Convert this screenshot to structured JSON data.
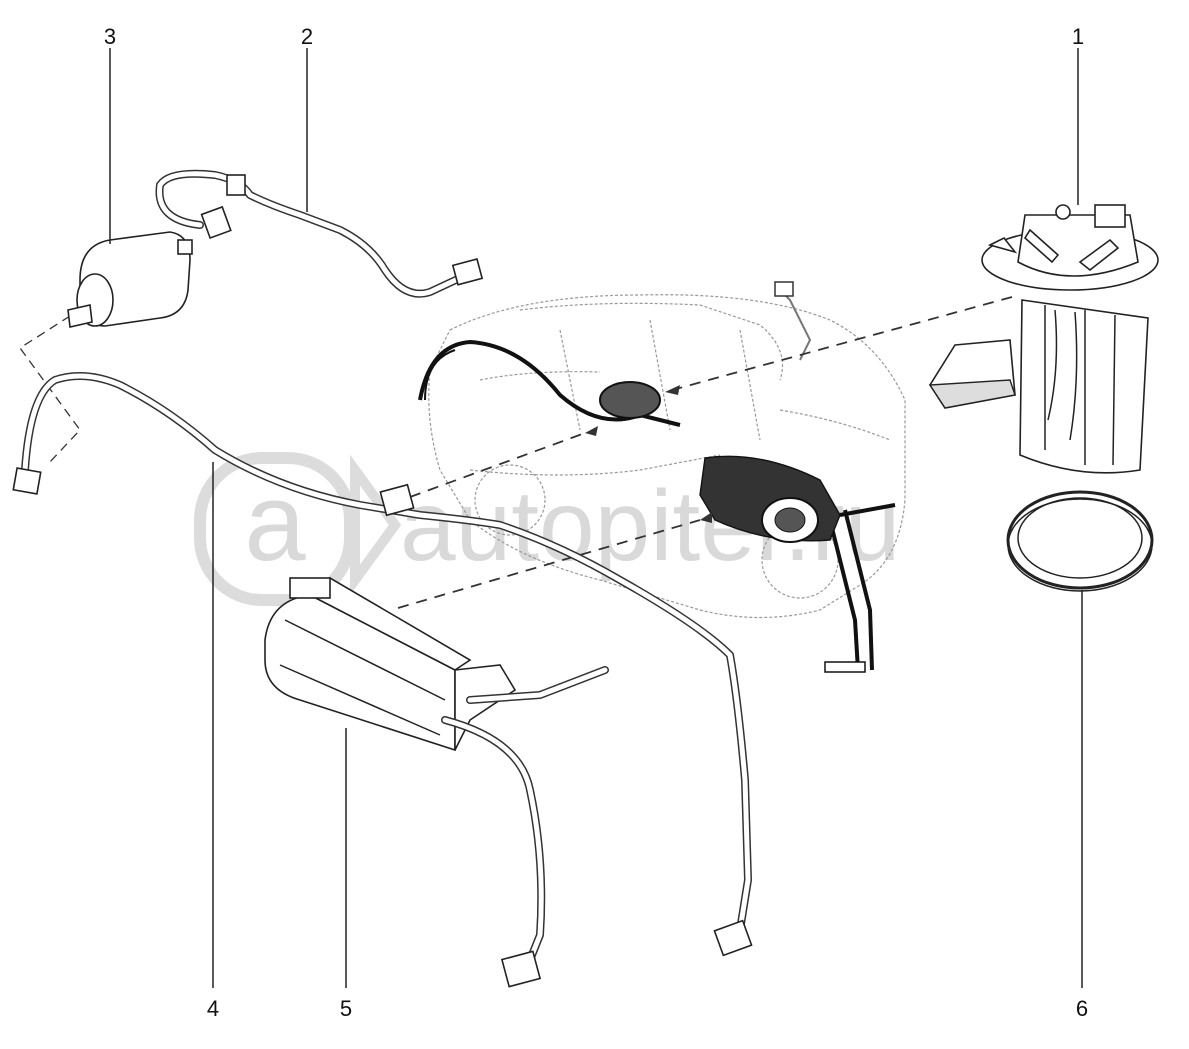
{
  "callouts": {
    "c1": "1",
    "c2": "2",
    "c3": "3",
    "c4": "4",
    "c5": "5",
    "c6": "6"
  },
  "watermark": {
    "logo_letter": "a",
    "text": "autopiter.ru"
  },
  "colors": {
    "line": "#222222",
    "watermark": "#d0d0d0"
  }
}
